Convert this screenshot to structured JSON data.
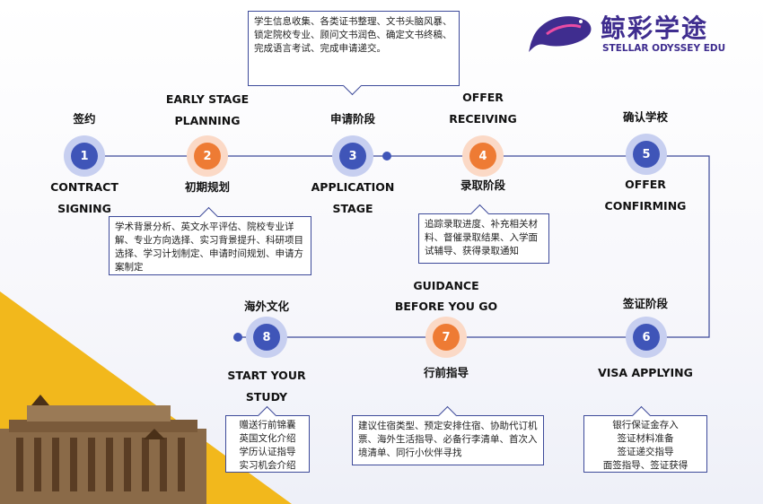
{
  "brand": {
    "name_cn": "鲸彩学途",
    "name_en": "STELLAR ODYSSEY EDU",
    "colors": {
      "primary": "#3f55b8",
      "accent": "#ee7b34",
      "gold": "#f2b81c"
    }
  },
  "steps": [
    {
      "num": "1",
      "cn": "签约",
      "en1": "CONTRACT",
      "en2": "SIGNING"
    },
    {
      "num": "2",
      "cn": "初期规划",
      "en1": "EARLY STAGE",
      "en2": "PLANNING"
    },
    {
      "num": "3",
      "cn": "申请阶段",
      "en1": "APPLICATION",
      "en2": "STAGE"
    },
    {
      "num": "4",
      "cn": "录取阶段",
      "en1": "OFFER",
      "en2": "RECEIVING"
    },
    {
      "num": "5",
      "cn": "确认学校",
      "en1": "OFFER",
      "en2": "CONFIRMING"
    },
    {
      "num": "6",
      "cn": "签证阶段",
      "en1": "VISA APPLYING"
    },
    {
      "num": "7",
      "cn": "行前指导",
      "en1": "GUIDANCE",
      "en2": "BEFORE YOU GO"
    },
    {
      "num": "8",
      "cn": "海外文化",
      "en1": "START YOUR",
      "en2": "STUDY"
    }
  ],
  "boxes": {
    "application": "学生信息收集、各类证书整理、文书头脑风暴、锁定院校专业、顾问文书润色、确定文书终稿、完成语言考试、完成申请递交。",
    "planning": "学术背景分析、英文水平评估、院校专业详解、专业方向选择、实习背景提升、科研项目选择、学习计划制定、申请时间规划、申请方案制定",
    "offer": "追踪录取进度、补充相关材料、督催录取结果、入学面试辅导、获得录取通知",
    "visa": [
      "银行保证金存入",
      "签证材料准备",
      "签证递交指导",
      "面签指导、签证获得"
    ],
    "guidance": "建议住宿类型、预定安排住宿、协助代订机票、海外生活指导、必备行李清单、首次入境清单、同行小伙伴寻找",
    "study": [
      "赠送行前锦囊",
      "英国文化介绍",
      "学历认证指导",
      "实习机会介绍"
    ]
  }
}
